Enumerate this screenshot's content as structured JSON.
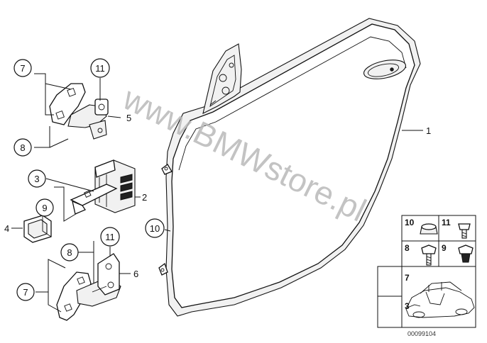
{
  "diagram": {
    "watermark": "www.BMWstore.pl",
    "image_code": "00099104",
    "callouts": [
      {
        "id": "c7a",
        "label": "7",
        "circled": true
      },
      {
        "id": "c11a",
        "label": "11",
        "circled": true
      },
      {
        "id": "c5",
        "label": "5",
        "circled": false
      },
      {
        "id": "c8a",
        "label": "8",
        "circled": true
      },
      {
        "id": "c3",
        "label": "3",
        "circled": true
      },
      {
        "id": "c9",
        "label": "9",
        "circled": true
      },
      {
        "id": "c2",
        "label": "2",
        "circled": false
      },
      {
        "id": "c4",
        "label": "4",
        "circled": false
      },
      {
        "id": "c11b",
        "label": "11",
        "circled": true
      },
      {
        "id": "c8b",
        "label": "8",
        "circled": true
      },
      {
        "id": "c6",
        "label": "6",
        "circled": false
      },
      {
        "id": "c7b",
        "label": "7",
        "circled": true
      },
      {
        "id": "c10",
        "label": "10",
        "circled": true
      },
      {
        "id": "c1",
        "label": "1",
        "circled": false
      }
    ],
    "legend": {
      "cells": [
        {
          "label": "10"
        },
        {
          "label": "11"
        },
        {
          "label": "8"
        },
        {
          "label": "9"
        },
        {
          "label": "7"
        },
        {
          "label": "3"
        }
      ]
    }
  }
}
